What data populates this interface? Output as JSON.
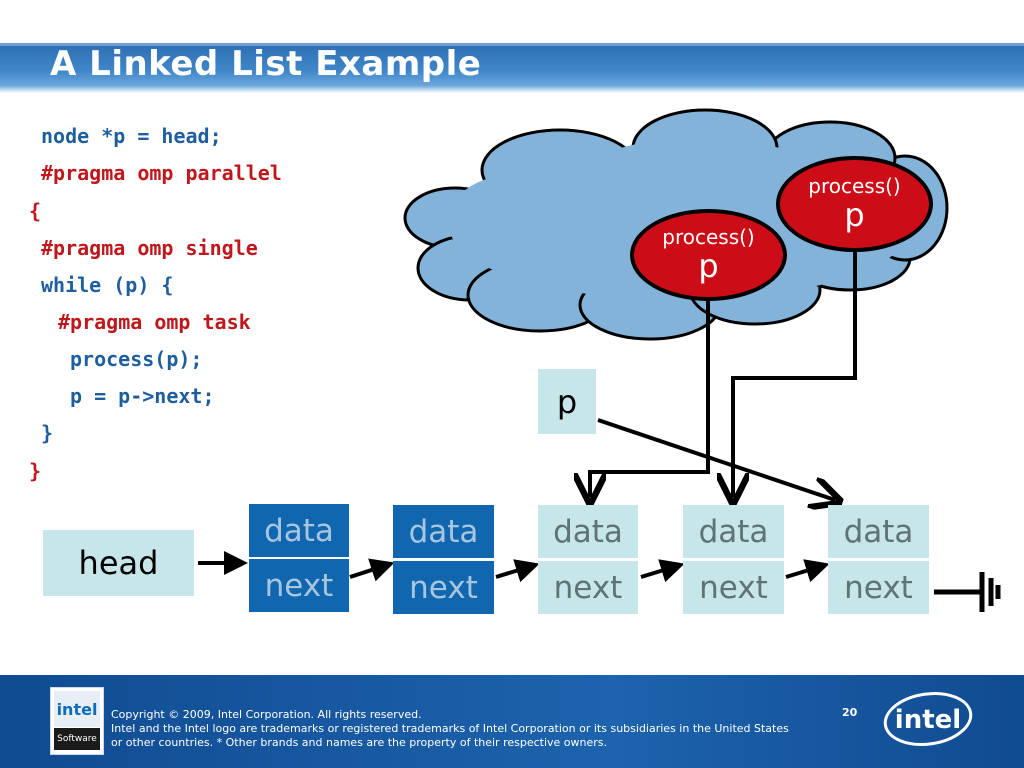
{
  "slide": {
    "title": "A Linked List Example",
    "code_lines": [
      "node *p = head;",
      "#pragma omp parallel",
      "{",
      "#pragma omp single",
      "while (p) {",
      "#pragma omp task",
      "process(p);",
      "p = p->next;",
      "}",
      "}"
    ],
    "colors": {
      "code_blue": "#1f5e9e",
      "code_red": "#c0171c",
      "cloud": "#83b3d8",
      "bubble": "#cc0c16",
      "node_light": "#c6e6e9",
      "node_dark": "#1166b0"
    }
  },
  "diagram": {
    "head_label": "head",
    "p_label": "p",
    "nodes": [
      {
        "data": "data",
        "next": "next"
      },
      {
        "data": "data",
        "next": "next"
      },
      {
        "data": "data",
        "next": "next"
      },
      {
        "data": "data",
        "next": "next"
      },
      {
        "data": "data",
        "next": "next"
      }
    ],
    "tasks": [
      {
        "fn": "process()",
        "arg": "p"
      },
      {
        "fn": "process()",
        "arg": "p"
      }
    ],
    "terminator_icon": "ground-icon"
  },
  "footer": {
    "logo_left_top": "intel",
    "logo_left_bottom": "Software",
    "copyright": "Copyright © 2009, Intel Corporation. All rights reserved.",
    "trademark_1": "Intel and the Intel logo are trademarks or registered trademarks of Intel Corporation or its subsidiaries in the United States",
    "trademark_2": "or other countries. * Other brands and names are the property of their respective owners.",
    "page_number": "20",
    "logo_right": "intel"
  }
}
